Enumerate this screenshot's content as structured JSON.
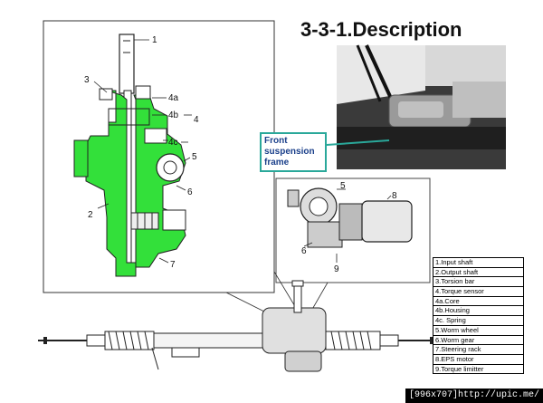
{
  "title": "3-3-1.Description",
  "callout": {
    "line1": "Front",
    "line2": "suspension",
    "line3": "frame"
  },
  "section_labels": [
    "1",
    "2",
    "3",
    "4a",
    "4b",
    "4",
    "4c",
    "5",
    "6",
    "7"
  ],
  "detail_labels": [
    "5",
    "6",
    "8",
    "9"
  ],
  "legend": [
    "1.Input shaft",
    "2.Output shaft",
    "3.Torsion bar",
    "4.Torque sensor",
    "4a.Core",
    "4b.Housing",
    "4c. Spring",
    "5.Worm wheel",
    "6.Worm gear",
    "7.Steering rack",
    "8.EPS motor",
    "9.Torque limitter"
  ],
  "watermark": "[996x707]http://upic.me/",
  "colors": {
    "housing_green": "#33e03a",
    "callout_border": "#2aa89a",
    "callout_text": "#1a3f8a"
  }
}
